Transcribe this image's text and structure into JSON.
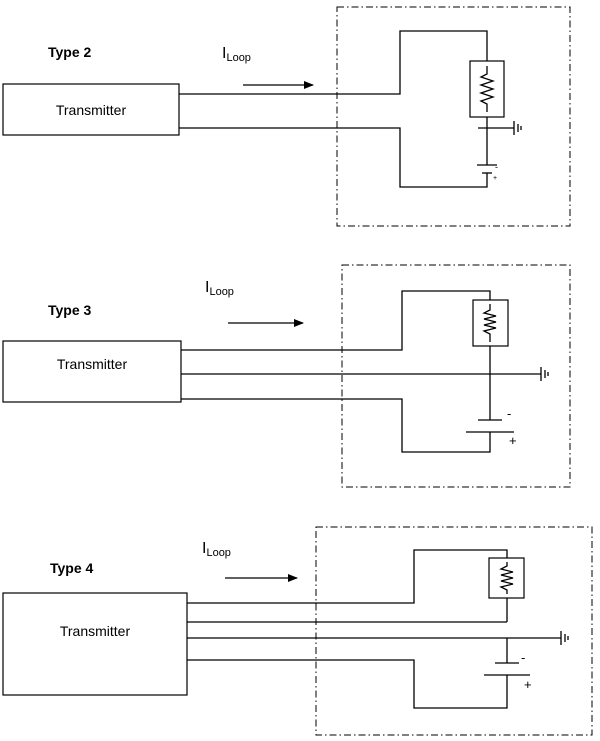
{
  "diagrams": [
    {
      "type_label": "Type 2",
      "transmitter_label": "Transmitter",
      "current_label": {
        "main": "I",
        "sub": "Loop"
      },
      "battery_signs": {
        "minus": "-",
        "plus": "+"
      }
    },
    {
      "type_label": "Type 3",
      "transmitter_label": "Transmitter",
      "current_label": {
        "main": "I",
        "sub": "Loop"
      },
      "battery_signs": {
        "minus": "-",
        "plus": "+"
      }
    },
    {
      "type_label": "Type 4",
      "transmitter_label": "Transmitter",
      "current_label": {
        "main": "I",
        "sub": "Loop"
      },
      "battery_signs": {
        "minus": "-",
        "plus": "+"
      }
    }
  ],
  "colors": {
    "line": "#000000",
    "background": "#ffffff"
  },
  "icon_names": [
    "resistor-icon",
    "ground-icon",
    "battery-icon",
    "arrow-icon"
  ]
}
